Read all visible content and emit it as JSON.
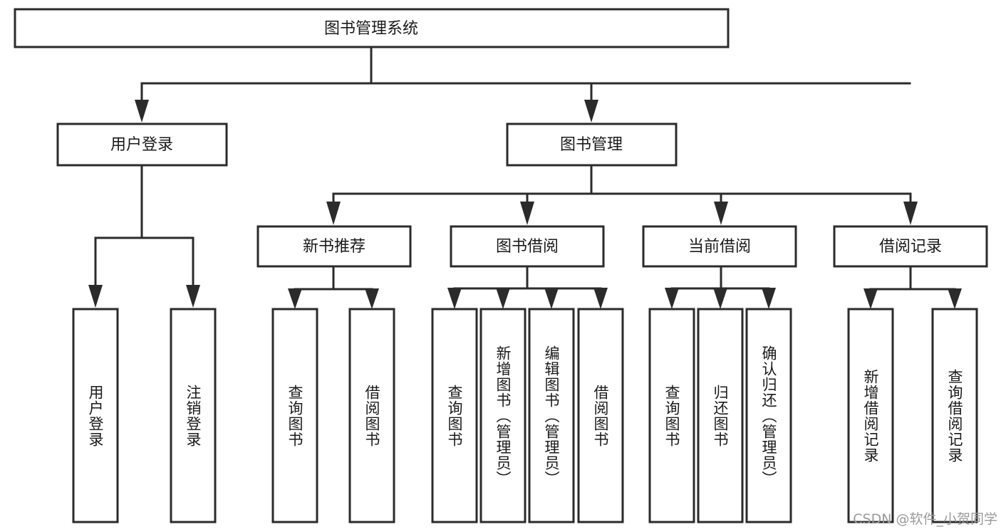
{
  "diagram": {
    "type": "tree-hierarchy-chart",
    "title": "图书管理系统",
    "root": {
      "id": "root",
      "label": "图书管理系统",
      "orientation": "horizontal"
    },
    "level2": [
      {
        "id": "user-login",
        "label": "用户登录",
        "orientation": "horizontal"
      },
      {
        "id": "book-manage",
        "label": "图书管理",
        "orientation": "horizontal"
      }
    ],
    "level3": [
      {
        "id": "new-book-rec",
        "label": "新书推荐",
        "orientation": "horizontal",
        "parent": "book-manage"
      },
      {
        "id": "book-borrow",
        "label": "图书借阅",
        "orientation": "horizontal",
        "parent": "book-manage"
      },
      {
        "id": "current-borrow",
        "label": "当前借阅",
        "orientation": "horizontal",
        "parent": "book-manage"
      },
      {
        "id": "borrow-record",
        "label": "借阅记录",
        "orientation": "horizontal",
        "parent": "book-manage"
      }
    ],
    "leaves": [
      {
        "id": "leaf-user-login",
        "label": "用户登录",
        "orientation": "vertical",
        "parent": "user-login"
      },
      {
        "id": "leaf-user-logout",
        "label": "注销登录",
        "orientation": "vertical",
        "parent": "user-login"
      },
      {
        "id": "leaf-query-book-1",
        "label": "查询图书",
        "orientation": "vertical",
        "parent": "new-book-rec"
      },
      {
        "id": "leaf-borrow-book-1",
        "label": "借阅图书",
        "orientation": "vertical",
        "parent": "new-book-rec"
      },
      {
        "id": "leaf-query-book-2",
        "label": "查询图书",
        "orientation": "vertical",
        "parent": "book-borrow"
      },
      {
        "id": "leaf-add-book",
        "label": "新增图书（管理员）",
        "orientation": "vertical",
        "parent": "book-borrow"
      },
      {
        "id": "leaf-edit-book",
        "label": "编辑图书（管理员）",
        "orientation": "vertical",
        "parent": "book-borrow"
      },
      {
        "id": "leaf-borrow-book-2",
        "label": "借阅图书",
        "orientation": "vertical",
        "parent": "book-borrow"
      },
      {
        "id": "leaf-query-book-3",
        "label": "查询图书",
        "orientation": "vertical",
        "parent": "current-borrow"
      },
      {
        "id": "leaf-return-book",
        "label": "归还图书",
        "orientation": "vertical",
        "parent": "current-borrow"
      },
      {
        "id": "leaf-confirm-return",
        "label": "确认归还（管理员）",
        "orientation": "vertical",
        "parent": "current-borrow"
      },
      {
        "id": "leaf-add-record",
        "label": "新增借阅记录",
        "orientation": "vertical",
        "parent": "borrow-record"
      },
      {
        "id": "leaf-query-record",
        "label": "查询借阅记录",
        "orientation": "vertical",
        "parent": "borrow-record"
      }
    ]
  },
  "watermark": {
    "text": "CSDN @软件_小贺同学"
  },
  "colors": {
    "stroke": "#2b2b2b",
    "fill": "#ffffff",
    "text": "#1a1a1a",
    "watermark": "#9a9a9a",
    "background": "#ffffff"
  }
}
